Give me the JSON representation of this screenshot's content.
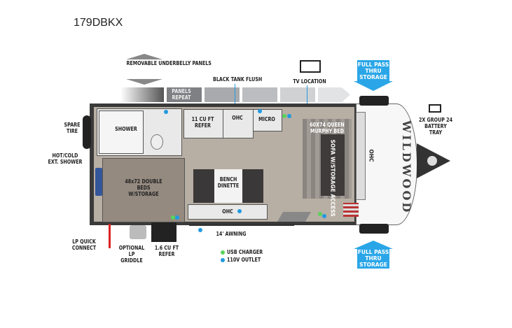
{
  "model": "179DBKX",
  "callouts": {
    "removable_underbelly": "REMOVABLE UNDERBELLY PANELS",
    "panels_repeat": "PANELS REPEAT",
    "black_tank_flush": "BLACK TANK FLUSH",
    "tv_location": "TV LOCATION",
    "full_pass_top": "FULL PASS THRU STORAGE",
    "full_pass_bottom": "FULL PASS THRU STORAGE",
    "battery_tray": "2X GROUP 24 BATTERY TRAY",
    "spare_tire": "SPARE TIRE",
    "ext_shower": "HOT/COLD EXT. SHOWER",
    "lp_quick": "LP QUICK CONNECT",
    "lp_griddle": "OPTIONAL LP GRIDDLE",
    "small_refer": "1.6 CU FT REFER",
    "awning": "14' AWNING"
  },
  "rooms": {
    "shower": "SHOWER",
    "refer": "11 CU FT REFER",
    "ohc_top": "OHC",
    "micro": "MICRO",
    "murphy_bed": "60X74 QUEEN MURPHY BED",
    "sofa": "SOFA W/STORAGE ACCESS",
    "ohc_front": "OHC",
    "beds": "48x72 DOUBLE BEDS W/STORAGE",
    "dinette": "BENCH DINETTE",
    "ohc_bottom": "OHC",
    "brand": "WILDWOOD"
  },
  "legend": [
    {
      "label": "USB CHARGER",
      "color": "#5ad35a"
    },
    {
      "label": "110V OUTLET",
      "color": "#2299e0"
    }
  ]
}
